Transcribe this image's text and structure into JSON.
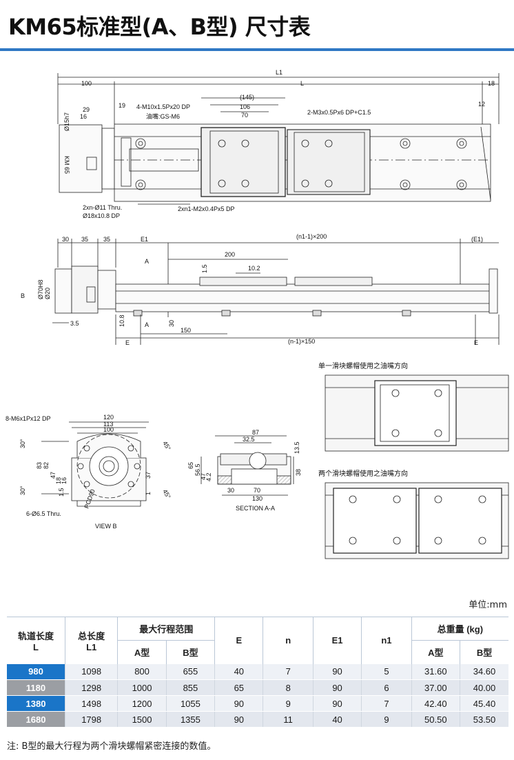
{
  "title": "KM65标准型(A、B型) 尺寸表",
  "top_view": {
    "dims": [
      "L1",
      "100",
      "L",
      "18",
      "19",
      "(145)",
      "106",
      "70",
      "29",
      "16",
      "Ø15h7",
      "12"
    ],
    "callouts": [
      "4-M10x1.5Px20 DP",
      "油嘴:GS-M6",
      "2-M3x0.5Px6 DP+C1.5",
      "2xn-Ø11 Thru.",
      "Ø18x10.8 DP",
      "2xn1-M2x0.4Px5 DP"
    ],
    "motor_label": "KM 65"
  },
  "side_view": {
    "dims": [
      "30",
      "35",
      "35",
      "E1",
      "(n1-1)×200",
      "(E1)",
      "200",
      "10.2",
      "1.5",
      "Ø70H8",
      "Ø20",
      "3.5",
      "10.8",
      "30",
      "150",
      "E",
      "(n-1)×150",
      "E"
    ],
    "markers": [
      "A",
      "A",
      "B"
    ]
  },
  "view_b": {
    "dims": [
      "120",
      "113",
      "100",
      "83",
      "82",
      "47",
      "18",
      "16",
      "1.5",
      "37",
      "1",
      "30°",
      "30°",
      "45°",
      "45°"
    ],
    "callouts": [
      "8-M6x1Px12 DP",
      "6-Ø6.5 Thru.",
      "PCD90"
    ],
    "caption": "VIEW B"
  },
  "section_aa": {
    "dims": [
      "87",
      "32.5",
      "13.5",
      "65",
      "56.5",
      "47",
      "4.2",
      "38",
      "30",
      "70",
      "130"
    ],
    "caption": "SECTION A-A"
  },
  "oil_views": {
    "single": "单一滑块螺帽使用之油嘴方向",
    "double": "两个滑块螺帽使用之油嘴方向"
  },
  "unit": "单位:mm",
  "table": {
    "headers": {
      "rail_length": "轨道长度",
      "rail_length_sym": "L",
      "total_length": "总长度",
      "total_length_sym": "L1",
      "max_stroke": "最大行程范围",
      "a_type": "A型",
      "b_type": "B型",
      "e": "E",
      "n": "n",
      "e1": "E1",
      "n1": "n1",
      "weight": "总重量 (kg)",
      "wa_type": "A型",
      "wb_type": "B型"
    },
    "rows": [
      {
        "L": "980",
        "L1": "1098",
        "A": "800",
        "B": "655",
        "E": "40",
        "n": "7",
        "E1": "90",
        "n1": "5",
        "WA": "31.60",
        "WB": "34.60"
      },
      {
        "L": "1180",
        "L1": "1298",
        "A": "1000",
        "B": "855",
        "E": "65",
        "n": "8",
        "E1": "90",
        "n1": "6",
        "WA": "37.00",
        "WB": "40.00"
      },
      {
        "L": "1380",
        "L1": "1498",
        "A": "1200",
        "B": "1055",
        "E": "90",
        "n": "9",
        "E1": "90",
        "n1": "7",
        "WA": "42.40",
        "WB": "45.40"
      },
      {
        "L": "1680",
        "L1": "1798",
        "A": "1500",
        "B": "1355",
        "E": "90",
        "n": "11",
        "E1": "40",
        "n1": "9",
        "WA": "50.50",
        "WB": "53.50"
      }
    ]
  },
  "note": "注: B型的最大行程为两个滑块螺帽紧密连接的数值。"
}
